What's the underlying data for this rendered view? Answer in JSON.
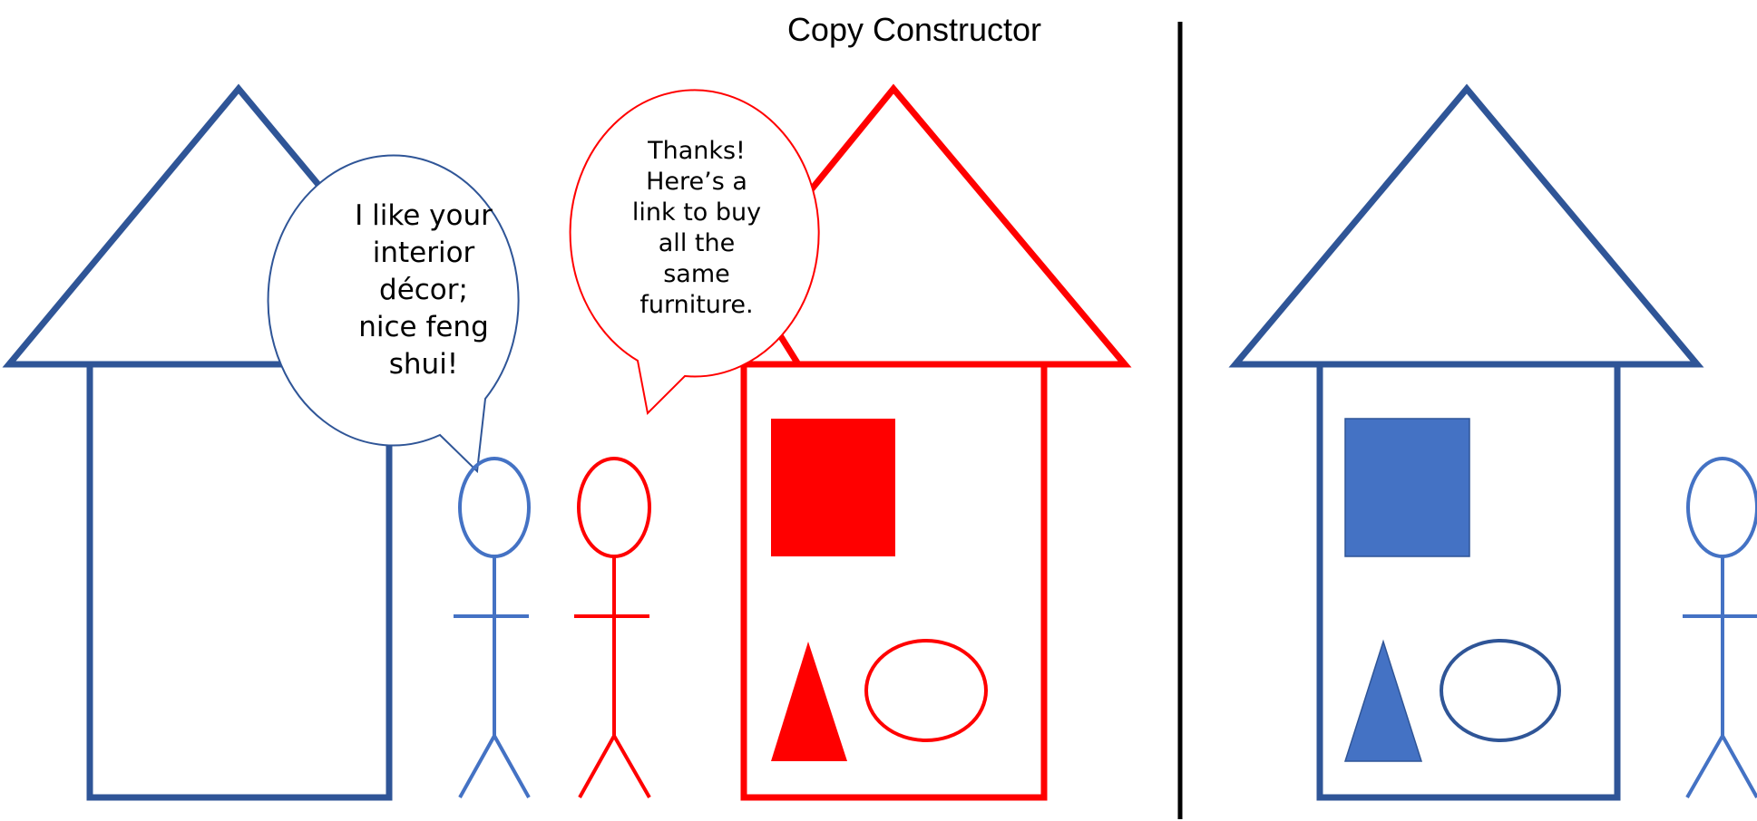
{
  "title": "Copy Constructor",
  "bubbles": {
    "left": "I like your\ninterior\ndécor;\nnice feng\nshui!",
    "right": "Thanks!\nHere’s a\nlink to buy\nall the\nsame\nfurniture."
  },
  "colors": {
    "house_blue": "#2f5597",
    "figure_blue": "#4472c4",
    "red": "#ff0000",
    "divider": "#000000"
  }
}
